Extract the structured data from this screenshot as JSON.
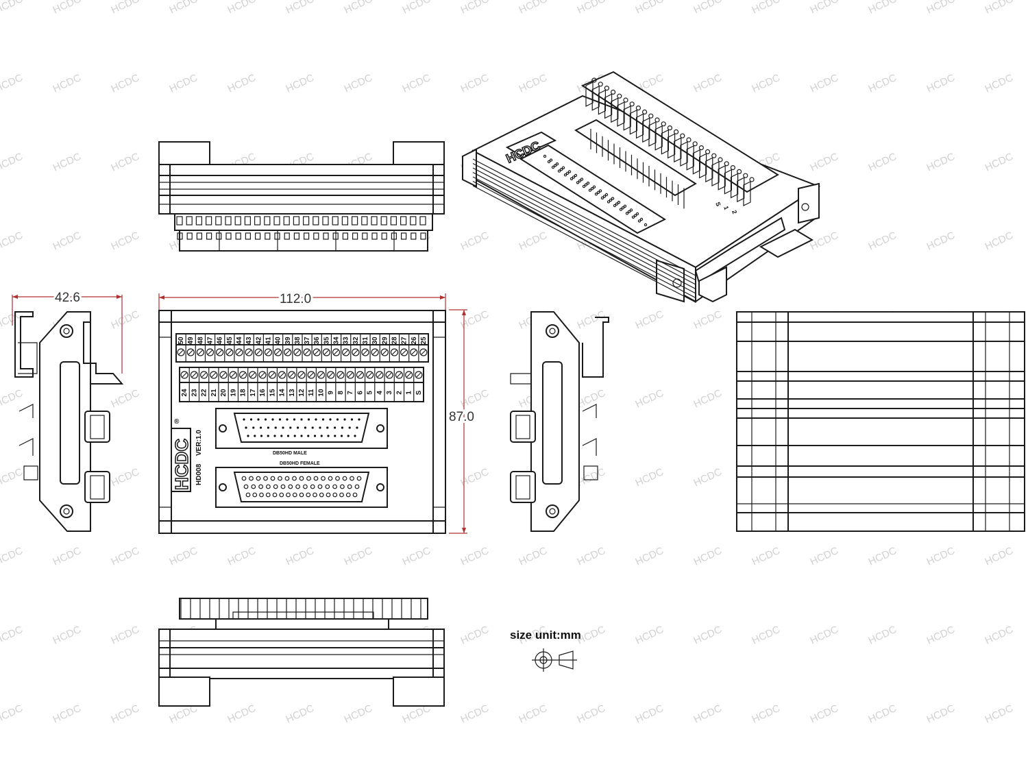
{
  "watermark": "HCDC",
  "dimensions": {
    "depth": "42.6",
    "width": "112.0",
    "height": "87.0"
  },
  "terminal_labels_top": [
    "50",
    "49",
    "48",
    "47",
    "46",
    "45",
    "44",
    "43",
    "42",
    "41",
    "40",
    "39",
    "38",
    "37",
    "36",
    "35",
    "34",
    "33",
    "32",
    "31",
    "30",
    "29",
    "28",
    "27",
    "26",
    "25"
  ],
  "terminal_labels_bottom": [
    "24",
    "23",
    "22",
    "21",
    "20",
    "19",
    "18",
    "17",
    "16",
    "15",
    "14",
    "13",
    "12",
    "11",
    "10",
    "9",
    "8",
    "7",
    "6",
    "5",
    "4",
    "3",
    "2",
    "1",
    "S"
  ],
  "board": {
    "logo": "HCDC",
    "model": "HD008",
    "version": "VER:1.0",
    "male_connector_label": "DB50HD MALE",
    "female_connector_label": "DB50HD FEMALE",
    "registered_mark": "®"
  },
  "iso_pin_labels": [
    "S",
    "1",
    "2"
  ],
  "size_unit": "size unit:mm",
  "colors": {
    "line": "#1a1a1a",
    "dimension": "#b03030",
    "watermark": "#9a9a9a"
  }
}
